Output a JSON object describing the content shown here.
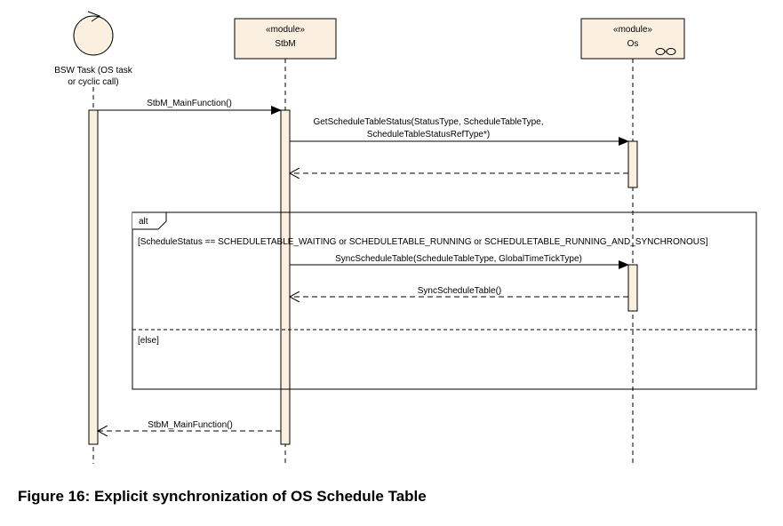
{
  "participants": {
    "bsw": {
      "line1": "BSW Task (OS task",
      "line2": "or cyclic call)"
    },
    "stbm": {
      "stereotype": "«module»",
      "name": "StbM"
    },
    "os": {
      "stereotype": "«module»",
      "name": "Os"
    }
  },
  "messages": {
    "m1": "StbM_MainFunction()",
    "m2_line1": "GetScheduleTableStatus(StatusType, ScheduleTableType,",
    "m2_line2": "ScheduleTableStatusRefType*)",
    "m3": "SyncScheduleTable(ScheduleTableType, GlobalTimeTickType)",
    "m4": "SyncScheduleTable()",
    "m5": "StbM_MainFunction()"
  },
  "fragment": {
    "operator": "alt",
    "guard1": "[ScheduleStatus == SCHEDULETABLE_WAITING or SCHEDULETABLE_RUNNING or SCHEDULETABLE_RUNNING_AND_SYNCHRONOUS]",
    "guard2": "[else]"
  },
  "colors": {
    "box_fill": "#fbf0e0",
    "activation_fill": "#fbf0e0",
    "line": "#000000"
  },
  "caption": "Figure 16: Explicit synchronization of OS Schedule Table"
}
